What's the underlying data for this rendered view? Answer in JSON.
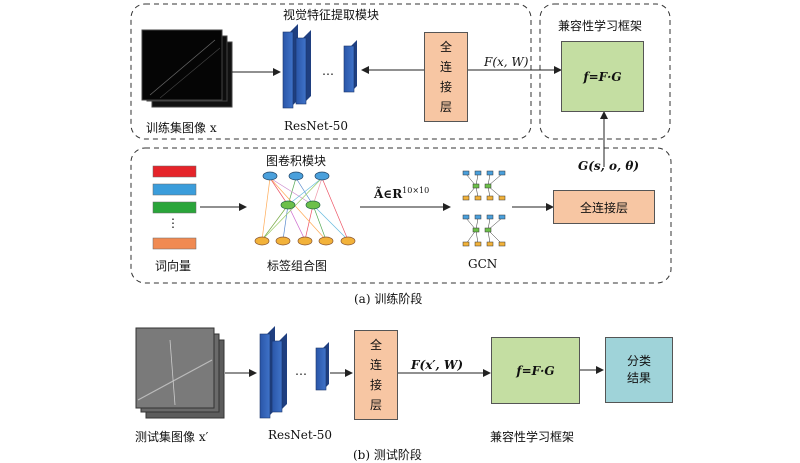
{
  "training": {
    "visual_module_title": "视觉特征提取模块",
    "compat_title": "兼容性学习框架",
    "train_image_label": "训练集图像 x",
    "resnet_label": "ResNet-50",
    "dots": "…",
    "fc_text": "全\n连\n接\n层",
    "feature_label": "F(x, W)",
    "formula": "f=F·G",
    "g_label": "G(s, o, θ)",
    "gcn_module_title": "图卷积模块",
    "word_vec_label": "词向量",
    "label_graph_label": "标签组合图",
    "adj_label": "Ã∈R",
    "adj_sup": "10×10",
    "gcn_label": "GCN",
    "fc2_text": "全连接层",
    "vdots": "⋮",
    "stage_caption": "(a) 训练阶段",
    "word_vector_colors": [
      "#e5242a",
      "#3b9ddb",
      "#2aa53a",
      "#f08a52"
    ]
  },
  "testing": {
    "test_image_label": "测试集图像 x′",
    "resnet_label": "ResNet-50",
    "dots": "…",
    "fc_text": "全\n连\n接\n层",
    "feature_label": "F(x′, W)",
    "formula": "f=F·G",
    "compat_label": "兼容性学习框架",
    "classify_text": "分类\n结果",
    "stage_caption": "(b) 测试阶段"
  }
}
